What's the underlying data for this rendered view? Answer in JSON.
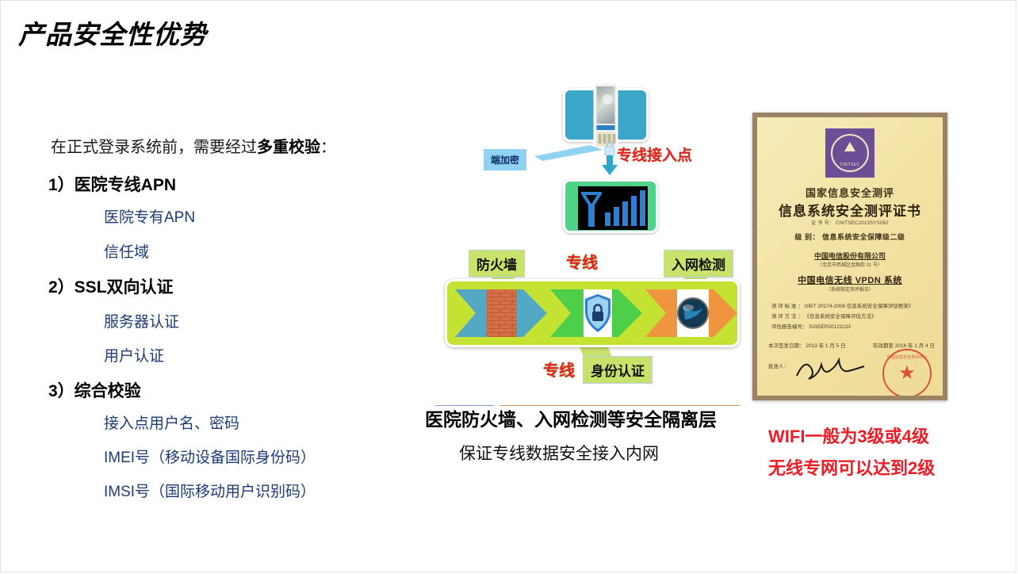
{
  "slide": {
    "title": "产品安全性优势",
    "background_color": "#ffffff",
    "border_color": "#e2e2e6"
  },
  "left_panel": {
    "lead_text_prefix": "在正式登录系统前，需要经过",
    "lead_text_bold": "多重校验",
    "lead_text_suffix": "：",
    "items": [
      {
        "number": "1）医院专线APN",
        "subs": [
          "医院专有APN",
          "信任域"
        ]
      },
      {
        "number": "2）SSL双向认证",
        "subs": [
          "服务器认证",
          "用户认证"
        ]
      },
      {
        "number": "3）综合校验",
        "subs": [
          "接入点用户名、密码",
          "IMEI号（移动设备国际身份码）",
          "IMSI号（国际移动用户识别码）"
        ]
      }
    ],
    "heading_color": "#000000",
    "sub_color": "#1f3b73"
  },
  "diagram": {
    "phone_box": {
      "name": "mobile-device",
      "color": "#3ba6c8"
    },
    "antenna_box": {
      "name": "base-station-signal",
      "color": "#4ed389"
    },
    "encrypt_callout": "端加密",
    "access_point_label": "专线接入点",
    "access_point_color": "#ec1c24",
    "pipeline": {
      "band_color": "#c4e232",
      "stages": [
        {
          "label": "防火墙",
          "icon": "brick-wall-icon",
          "arrow_color": "#55a8c4"
        },
        {
          "label": "身份认证",
          "icon": "lock-shield-icon",
          "arrow_color": "#4ecf4a"
        },
        {
          "label": "入网检测",
          "icon": "globe-icon",
          "arrow_color": "#f0953f"
        }
      ],
      "dedicated_line_label_top": "专线",
      "dedicated_line_label_bottom": "专线"
    },
    "caption_bold": "医院防火墙、入网检测等安全隔离层",
    "caption_sub": "保证专线数据安全接入内网"
  },
  "certificate": {
    "emblem_text": "CNITSEC",
    "heading_1": "国家信息安全测评",
    "heading_2": "信息系统安全测评证书",
    "cert_no": "证 书 号： CNITSEC2013SYS062",
    "level": "级 别： 信息系统安全保障级二级",
    "org": "中国电信股份有限公司",
    "org_addr": "（北京市西城区金融街 31 号）",
    "system": "中国电信无线 VPDN 系统",
    "system_sub": "（系统限定测评报告）",
    "row_standard": "测 评 标 准 ： GB/T 20274-2006 信息系统安全保障评估框架》",
    "row_method": "测 评 方 法 ： 《信息系统安全保障评估方法》",
    "row_report": "评估报告编号： S265ER20121133",
    "date_issue": "本次签发日期： 2013 年 1 月 5 日",
    "date_valid": "有效期至 2016 年 1 月 4 日",
    "signer_label": "批准人：",
    "seal_text": "中国信息安全测评中心",
    "frame_color": "#9b8466",
    "paper_color": "#f3e3a6"
  },
  "notes": {
    "line_1": "WIFI一般为3级或4级",
    "line_2": "无线专网可以达到2级",
    "color": "#ee1c25"
  }
}
